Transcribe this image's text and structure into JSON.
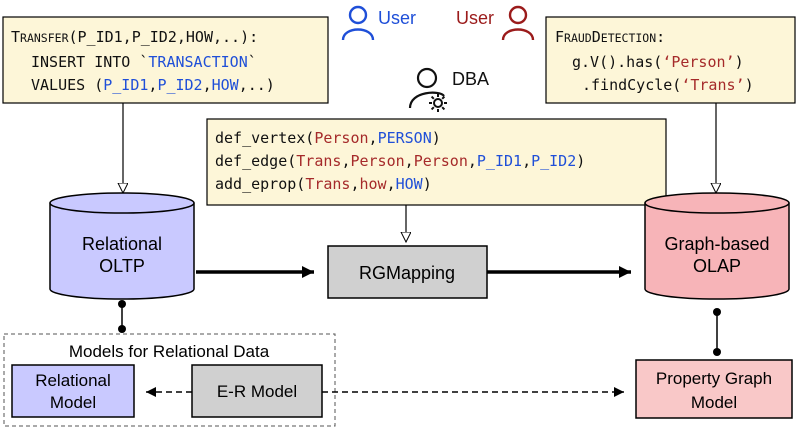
{
  "colors": {
    "code_bg": "#fdf6d8",
    "keyword_blue": "#1f4fd8",
    "keyword_red": "#a52a2a",
    "user_blue": "#1f4fd8",
    "user_red": "#9b1b1b",
    "relational_fill": "#c9c9ff",
    "graph_fill": "#f7b4b8",
    "rgmapping_fill": "#d0d0d0",
    "property_fill": "#f9c8c8"
  },
  "icons": {
    "user_left": "user-icon",
    "user_right": "user-icon",
    "dba": "user-gear-icon"
  },
  "actors": {
    "user_left": "User",
    "user_right": "User",
    "dba": "DBA"
  },
  "transfer": {
    "proc_initial": "T",
    "proc_rest": "RANSFER",
    "args": "(P_ID1,P_ID2,HOW,..):",
    "l2_prefix": "INSERT INTO `",
    "l2_table": "TRANSACTION",
    "l2_suffix": "`",
    "l3_prefix": "VALUES (",
    "l3_a": "P_ID1",
    "l3_sep1": ",",
    "l3_b": "P_ID2",
    "l3_sep2": ",",
    "l3_c": "HOW",
    "l3_suffix": ",..)"
  },
  "fraud": {
    "name_initial_1": "F",
    "name_rest_1": "RAUD",
    "name_initial_2": "D",
    "name_rest_2": "ETECTION",
    "colon": ":",
    "l2_prefix": "g.V().has(",
    "l2_str": "‘Person’",
    "l2_suffix": ")",
    "l3_prefix": ".findCycle(",
    "l3_str": "‘Trans’",
    "l3_suffix": ")"
  },
  "mapping": {
    "l1_fn": "def_vertex(",
    "l1_a": "Person",
    "l1_sep": ",",
    "l1_b": "PERSON",
    "l1_end": ")",
    "l2_fn": "def_edge(",
    "l2_a": "Trans",
    "l2_s1": ",",
    "l2_b": "Person",
    "l2_s2": ",",
    "l2_c": "Person",
    "l2_s3": ",",
    "l2_d": "P_ID1",
    "l2_s4": ",",
    "l2_e": "P_ID2",
    "l2_end": ")",
    "l3_fn": "add_eprop(",
    "l3_a": "Trans",
    "l3_s1": ",",
    "l3_b": "how",
    "l3_s2": ",",
    "l3_c": "HOW",
    "l3_end": ")"
  },
  "nodes": {
    "relational_oltp_1": "Relational",
    "relational_oltp_2": "OLTP",
    "rgmapping": "RGMapping",
    "graph_olap_1": "Graph-based",
    "graph_olap_2": "OLAP",
    "models_title": "Models for Relational Data",
    "relational_model_1": "Relational",
    "relational_model_2": "Model",
    "er_model": "E-R Model",
    "property_graph_1": "Property Graph",
    "property_graph_2": "Model"
  }
}
